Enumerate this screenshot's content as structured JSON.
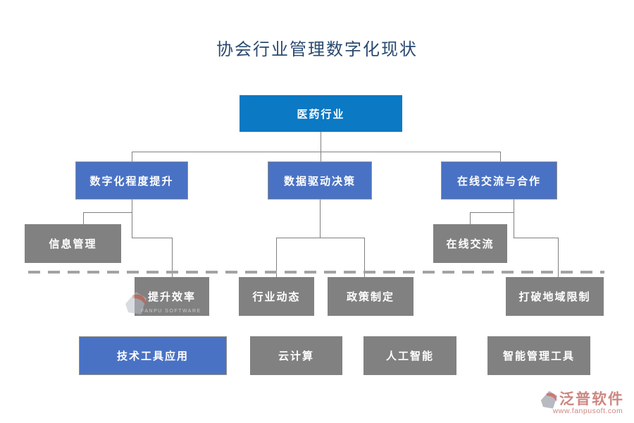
{
  "title": "协会行业管理数字化现状",
  "diagram": {
    "root": {
      "label": "医药行业"
    },
    "branches": [
      {
        "label": "数字化程度提升",
        "children": [
          {
            "label": "信息管理"
          },
          {
            "label": "提升效率"
          }
        ]
      },
      {
        "label": "数据驱动决策",
        "children": [
          {
            "label": "行业动态"
          },
          {
            "label": "政策制定"
          }
        ]
      },
      {
        "label": "在线交流与合作",
        "children": [
          {
            "label": "在线交流"
          },
          {
            "label": "打破地域限制"
          }
        ]
      }
    ],
    "bottom_row": [
      {
        "label": "技术工具应用",
        "style": "blue"
      },
      {
        "label": "云计算",
        "style": "gray"
      },
      {
        "label": "人工智能",
        "style": "gray"
      },
      {
        "label": "智能管理工具",
        "style": "gray"
      }
    ]
  },
  "watermark": {
    "subtext": "FANPU SOFTWARE"
  },
  "footer_logo": {
    "brand": "泛普软件",
    "url": "www.fanpusoft.com"
  },
  "colors": {
    "root_fill": "#0b79c3",
    "branch_fill": "#4a72c4",
    "gray_fill": "#818181",
    "title_color": "#2b4a70",
    "connector": "#7f7f7f",
    "divider": "#a3a3a3",
    "footer_text": "#cd8781"
  }
}
